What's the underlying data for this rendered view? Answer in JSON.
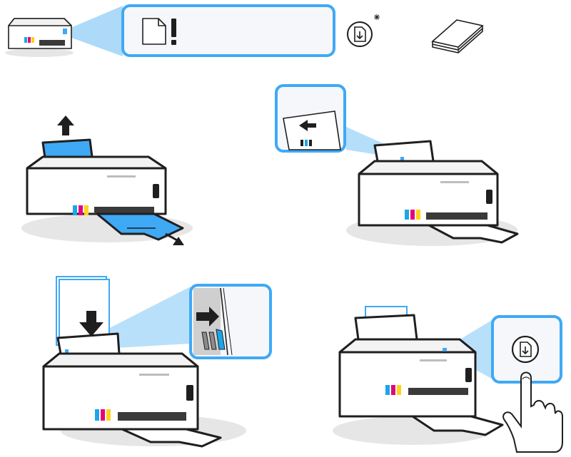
{
  "colors": {
    "accent_blue": "#3fa9f5",
    "callout_fill": "#f5f7fa",
    "callout_border": "#3fa9f5",
    "ink_cyan": "#1aa6e8",
    "ink_magenta": "#e6007e",
    "ink_yellow": "#ffd21a",
    "ink_black": "#1f1f1f",
    "shadow_gray": "#e6e6e6"
  },
  "icons": {
    "panel_display": "paper-error-icon",
    "resume_button": "resume-document-icon",
    "paper_stack": "paper-stack-icon",
    "hand": "pointing-hand-icon"
  },
  "steps": [
    {
      "name": "out-of-paper-alert"
    },
    {
      "name": "open-input-and-output-trays"
    },
    {
      "name": "slide-paper-guide-left"
    },
    {
      "name": "insert-paper-stack"
    },
    {
      "name": "press-resume-button"
    }
  ]
}
